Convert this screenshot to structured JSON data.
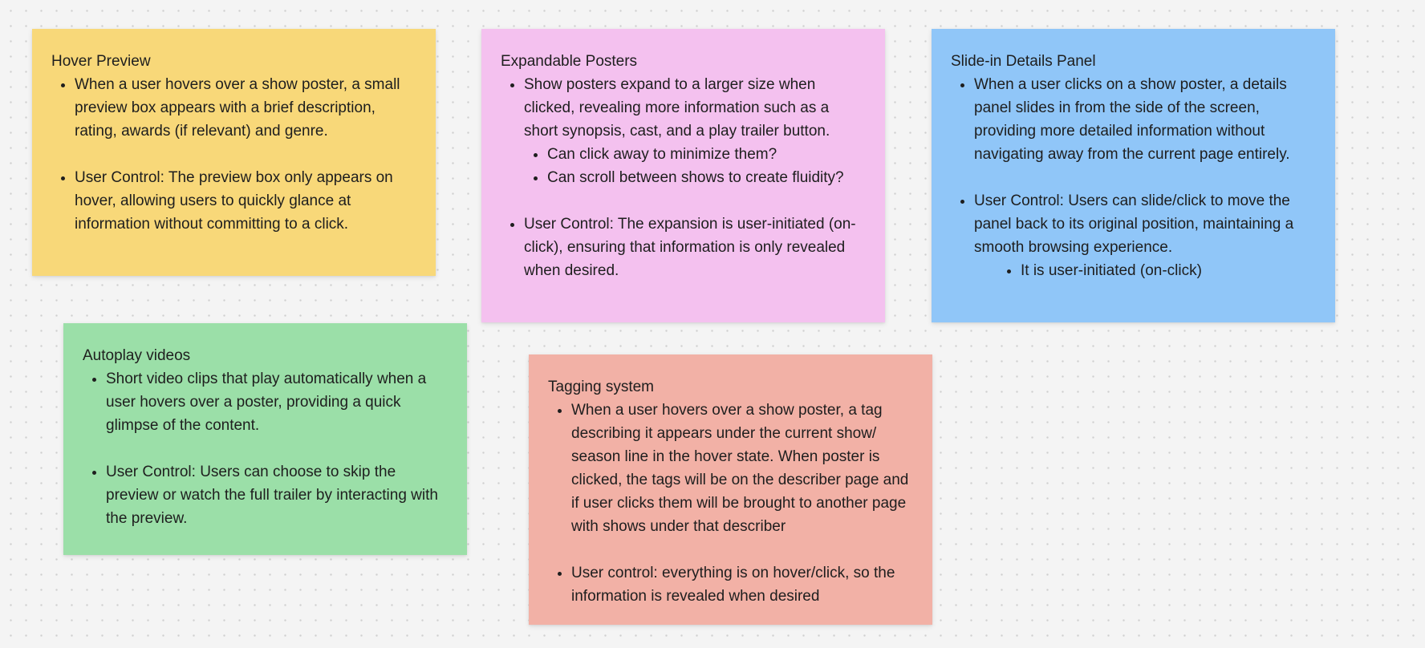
{
  "colors": {
    "yellow": "#f8d879",
    "pink": "#f4c1ef",
    "blue": "#90c6f8",
    "green": "#9bdfa8",
    "salmon": "#f2b1a6"
  },
  "notes": {
    "hover_preview": {
      "title": "Hover Preview",
      "bullets": [
        "When a user hovers over a show poster, a small preview box appears with a brief description, rating, awards (if relevant) and genre.",
        "User Control: The preview box only appears on hover, allowing users to quickly glance at information without committing to a click."
      ]
    },
    "expandable_posters": {
      "title": "Expandable Posters",
      "bullets": [
        "Show posters expand to a larger size when clicked, revealing more information such as a short synopsis, cast, and a play trailer button.",
        "User Control: The expansion is user-initiated (on-click), ensuring that information is only revealed when desired."
      ],
      "sub_bullets": [
        "Can click away to minimize them?",
        "Can scroll between shows to create fluidity?"
      ]
    },
    "slide_in_panel": {
      "title": "Slide-in Details Panel",
      "bullets": [
        "When a user clicks on a show poster, a details panel slides in from the side of the screen, providing more detailed information without navigating away from the current page entirely.",
        "User Control: Users can slide/click to move the panel back to its original position, maintaining a smooth browsing experience."
      ],
      "sub_bullets": [
        "It is user-initiated (on-click)"
      ]
    },
    "autoplay_videos": {
      "title": "Autoplay videos",
      "bullets": [
        "Short video clips that play automatically when a user hovers over a poster, providing a quick glimpse of the content.",
        "User Control: Users can choose to skip the preview or watch the full trailer by interacting with the preview."
      ]
    },
    "tagging_system": {
      "title": "Tagging system",
      "bullets": [
        "When a user hovers over a show poster, a tag describing it appears under the current show/ season line in the hover state. When poster is clicked, the tags will be on the describer page and if user clicks them will be brought to another page with shows under that describer",
        "User control: everything is on hover/click, so the information is revealed when desired"
      ]
    }
  }
}
